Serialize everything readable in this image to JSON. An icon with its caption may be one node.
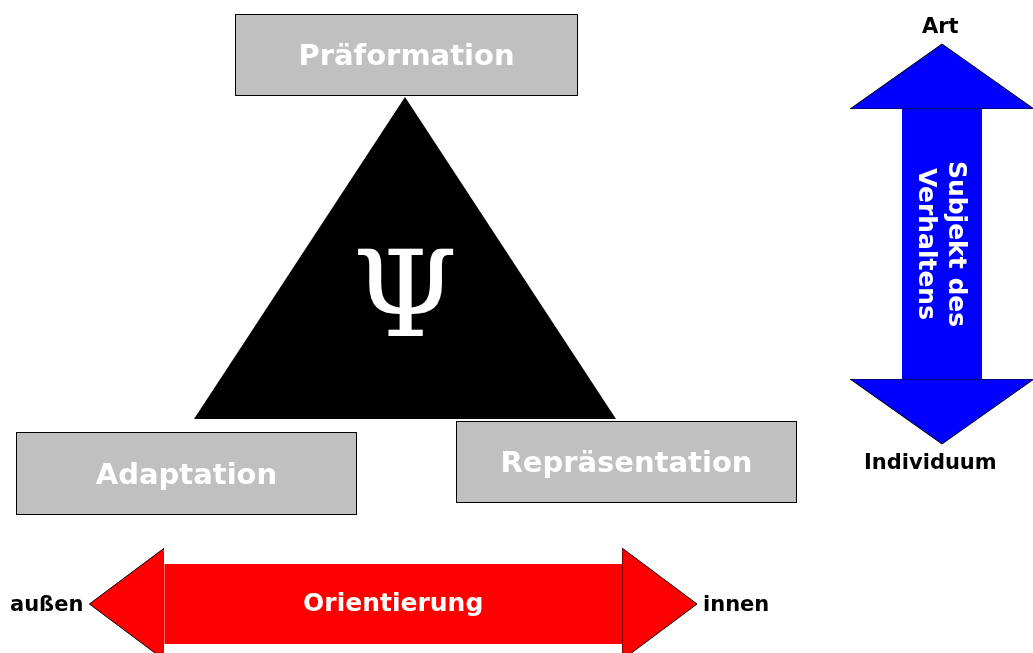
{
  "diagram": {
    "nodes": [
      {
        "text": [
          "Präformation"
        ]
      },
      {
        "text": [
          "Ψ"
        ]
      },
      {
        "text": [
          "Art"
        ]
      },
      {
        "text": [
          "Adaptation"
        ]
      },
      {
        "text": [
          "Repräsentation"
        ]
      },
      {
        "text": [
          "Individuum"
        ]
      },
      {
        "text": [
          "außen"
        ]
      },
      {
        "text": [
          "innen"
        ]
      }
    ],
    "edges": [
      {
        "from": 2,
        "to": 5,
        "arrow": "both",
        "label": "Subjekt des Verhaltens",
        "color": "#0000ff"
      },
      {
        "from": 6,
        "to": 7,
        "arrow": "both",
        "label": "Orientierung",
        "color": "#ff0000"
      }
    ]
  }
}
